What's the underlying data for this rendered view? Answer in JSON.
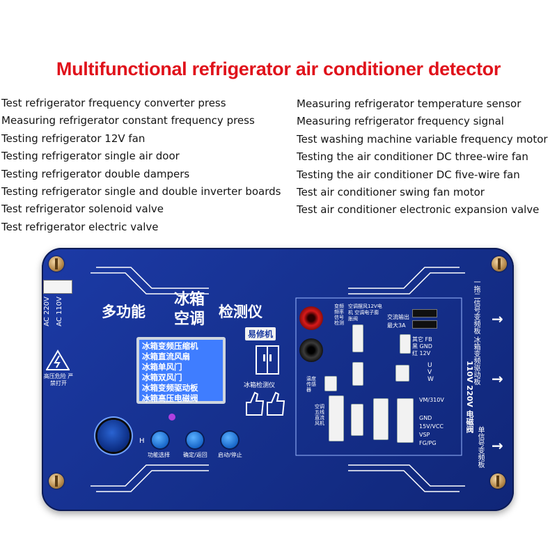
{
  "title": "Multifunctional refrigerator air conditioner detector",
  "features_left": [
    "Test refrigerator frequency converter press",
    "Measuring refrigerator constant frequency press",
    "Testing refrigerator 12V fan",
    "Testing refrigerator single air door",
    "Testing refrigerator double dampers",
    "Testing refrigerator single and double inverter boards",
    "Test refrigerator solenoid valve",
    "Test refrigerator electric valve"
  ],
  "features_right": [
    "Measuring refrigerator temperature sensor",
    "Measuring refrigerator frequency signal",
    "Test washing machine variable frequency motor",
    "Testing the air conditioner DC three-wire fan",
    "Testing the air conditioner DC five-wire fan",
    "Test air conditioner swing fan motor",
    "Test air conditioner electronic expansion valve"
  ],
  "device": {
    "title_left": "多功能",
    "title_mid_top": "冰箱",
    "title_mid_bottom": "空调",
    "title_right": "检测仪",
    "brand": "易修机",
    "logo_caption": "冰箱检测仪",
    "voltage_220": "AC 220V",
    "voltage_110": "AC 110V",
    "warning": "高压危险 严禁打开",
    "lcd_lines": [
      "冰箱变频压缩机",
      "冰箱直流风扇",
      "冰箱单风门",
      "冰箱双风门",
      "冰箱变频驱动板",
      "冰箱高压电磁阀"
    ],
    "knob_label": "H",
    "buttons": [
      "功能选择",
      "确定/返回",
      "启动/停止"
    ],
    "sensor_label": "温度 传感器",
    "freq_label": "变频频率信号检测",
    "fan_label": "空调摆风12V电机 空调电子膨胀阀",
    "ac_out": "交流输出",
    "ac_max": "最大3A",
    "fb_labels": [
      "其它 FB",
      "黑 GND",
      "红 12V"
    ],
    "vm_label": "VM/310V",
    "pin_labels": [
      "GND",
      "15V/VCC",
      "VSP",
      "FG/PG"
    ],
    "dc_fan_label": "空调五线直流风机",
    "uvw": "U V W",
    "right_top": "一拖二信号变频板 冰箱变频驱动板",
    "right_mid": "110V 220V 电磁阀",
    "right_bottom": "单信号变频板",
    "colors": {
      "panel": "#16318f",
      "title_red": "#e0121b",
      "lcd": "#3f7dff"
    }
  }
}
